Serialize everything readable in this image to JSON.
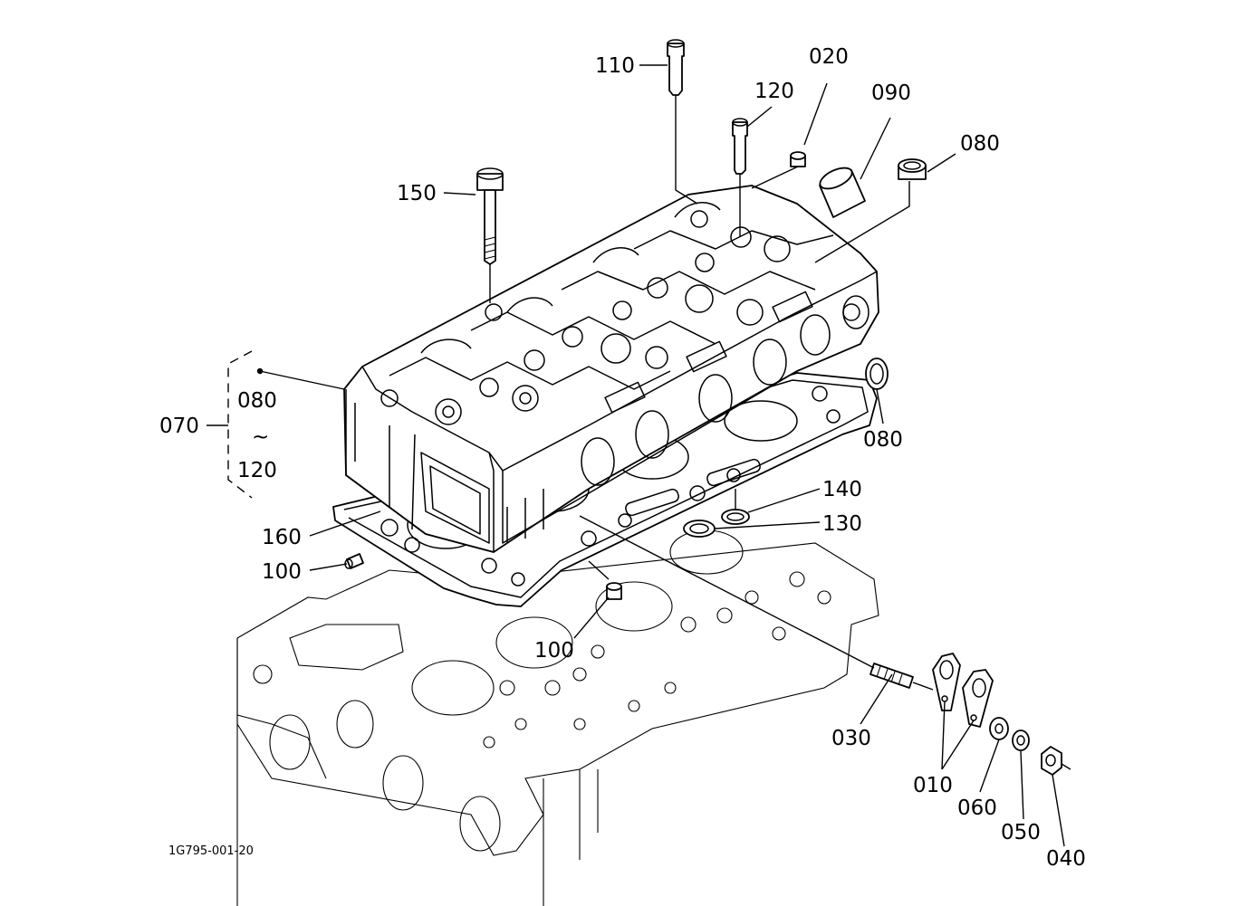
{
  "labels": {
    "p110": "110",
    "p120_top": "120",
    "p020": "020",
    "p090": "090",
    "p080_top": "080",
    "p150": "150",
    "p070": "070",
    "p080_range_start": "080",
    "range_symbol": "~",
    "p120_range_end": "120",
    "p080_side": "080",
    "p140": "140",
    "p130": "130",
    "p160": "160",
    "p100_left": "100",
    "p100_mid": "100",
    "p030": "030",
    "p010": "010",
    "p060": "060",
    "p050": "050",
    "p040": "040"
  },
  "figure_code": "1G795-001-20"
}
